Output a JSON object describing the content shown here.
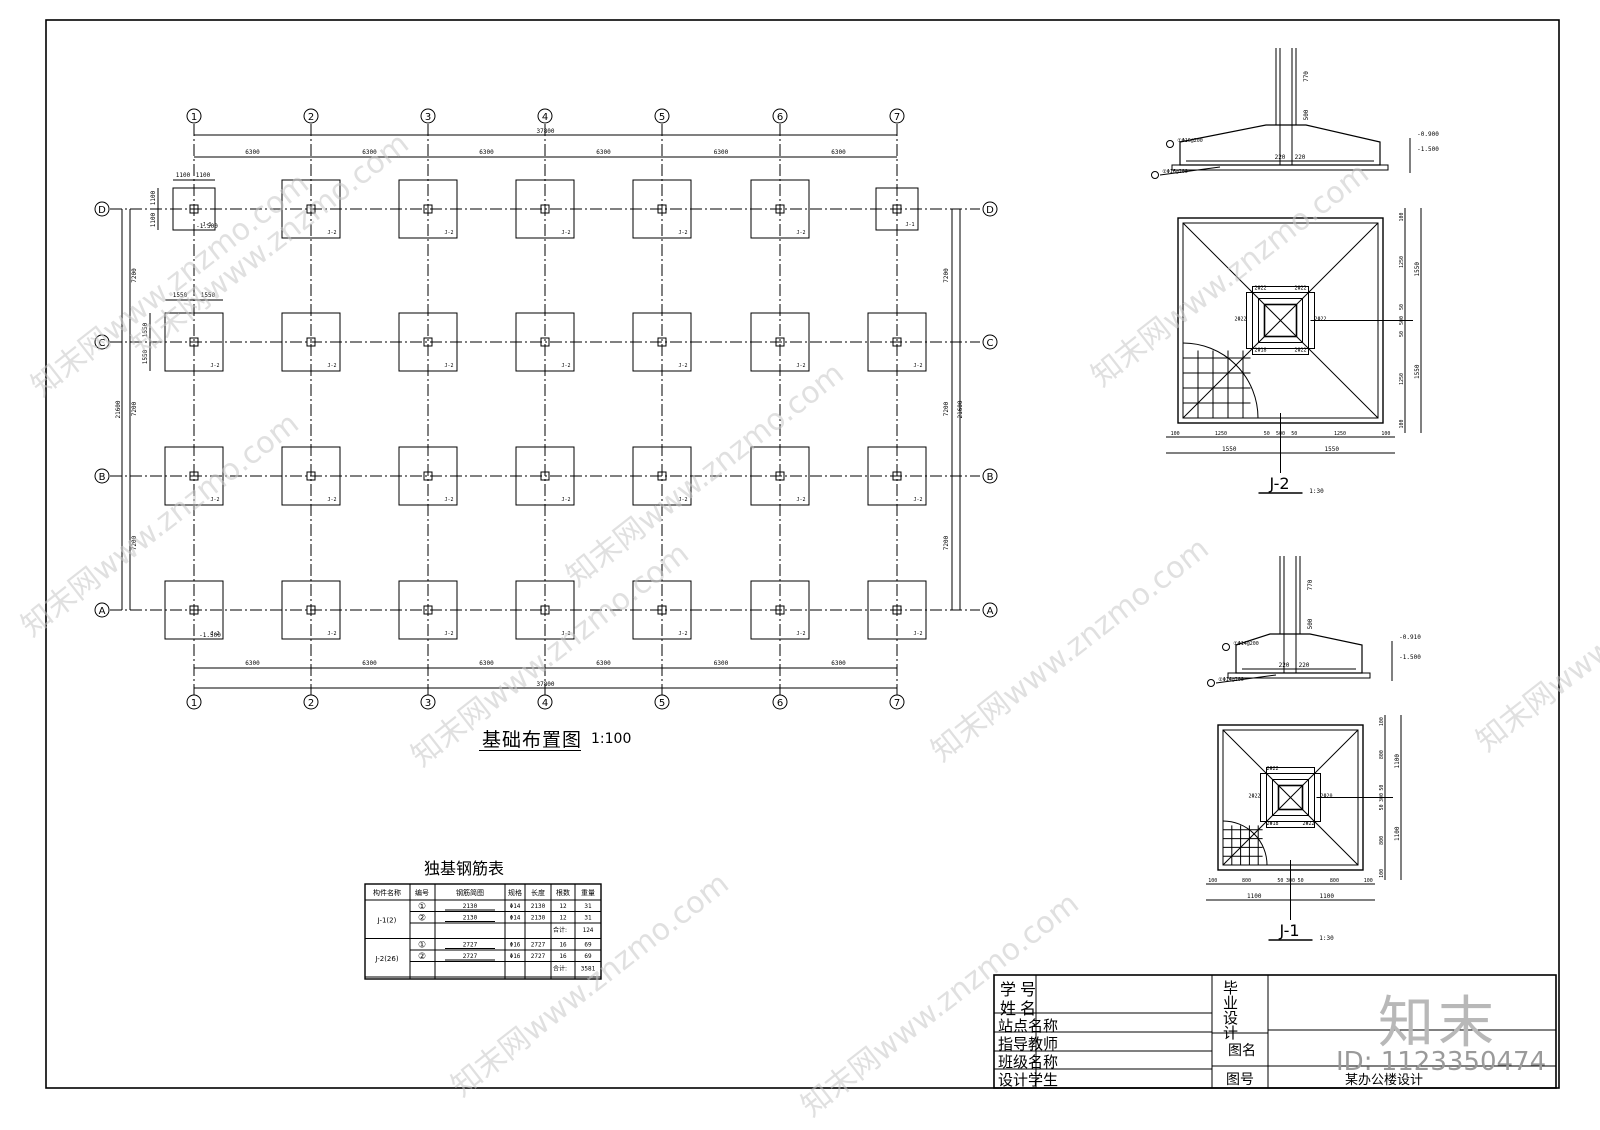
{
  "axes": {
    "columns": [
      "1",
      "2",
      "3",
      "4",
      "5",
      "6",
      "7"
    ],
    "rows": [
      "D",
      "C",
      "B",
      "A"
    ],
    "bay_dims": [
      "6300",
      "6300",
      "6300",
      "6300",
      "6300",
      "6300"
    ],
    "total_x": "37800",
    "row_dims": [
      "7200",
      "7200",
      "7200"
    ],
    "total_y": "21600"
  },
  "footing_labels": {
    "j1": "J-1",
    "j2": "J-2"
  },
  "corner_dims": {
    "j1_a": "1100",
    "j1_b": "1100",
    "j2_a": "1550",
    "j2_b": "1550",
    "elev": "-1.500"
  },
  "plan": {
    "title": "基础布置图",
    "scale": "1:100"
  },
  "rebar_table": {
    "title": "独基钢筋表",
    "headers": [
      "构件名称",
      "编号",
      "钢筋简图",
      "规格",
      "长度",
      "根数",
      "重量"
    ],
    "groups": [
      {
        "name": "J-1(2)",
        "rows": [
          {
            "no": "①",
            "len": "2130",
            "spec": "Φ14",
            "length": "2130",
            "count": "12",
            "weight": "31"
          },
          {
            "no": "②",
            "len": "2130",
            "spec": "Φ14",
            "length": "2130",
            "count": "12",
            "weight": "31"
          }
        ],
        "subtotal": "124"
      },
      {
        "name": "J-2(26)",
        "rows": [
          {
            "no": "①",
            "len": "2727",
            "spec": "Φ16",
            "length": "2727",
            "count": "16",
            "weight": "69"
          },
          {
            "no": "②",
            "len": "2727",
            "spec": "Φ16",
            "length": "2727",
            "count": "16",
            "weight": "69"
          }
        ],
        "subtotal": "3581"
      }
    ],
    "subtotal_label": "合计:"
  },
  "detail_j2": {
    "label": "J-2",
    "scale": "1:30",
    "col_dim": "770",
    "ped": "500",
    "elev_top": "-0.900",
    "elev_bot": "-1.500",
    "rebar_top": "①Φ16@200",
    "rebar_bot": "②Φ16@200",
    "dims_h": [
      "100",
      "1250",
      "50",
      "500",
      "50",
      "1250",
      "100"
    ],
    "dims_total": [
      "1550",
      "1550"
    ],
    "dims_v": [
      "100",
      "1250",
      "50",
      "500",
      "50",
      "1250",
      "100"
    ],
    "bars": [
      "2Φ22",
      "2Φ22",
      "2Φ18",
      "2Φ22",
      "2Φ22",
      "2Φ22"
    ],
    "sec_dims": [
      "220",
      "220"
    ]
  },
  "detail_j1": {
    "label": "J-1",
    "scale": "1:30",
    "col_dim": "770",
    "ped": "500",
    "elev_top": "-0.910",
    "elev_bot": "-1.500",
    "rebar_top": "①Φ14@200",
    "rebar_bot": "②Φ14@200",
    "dims_h": [
      "100",
      "800",
      "50",
      "300",
      "50",
      "800",
      "100"
    ],
    "dims_total": [
      "1100",
      "1100"
    ],
    "bars": [
      "2Φ20",
      "2Φ22",
      "2Φ18",
      "2Φ22",
      "2Φ22"
    ],
    "sec_dims": [
      "220",
      "220"
    ]
  },
  "title_block": {
    "student_id": "学号",
    "name": "姓名",
    "site_name": "站点名称",
    "advisor": "指导教师",
    "class_name": "班级名称",
    "designer": "设计学生",
    "thesis": "毕业设计",
    "drawing_title": "图名",
    "drawing_no": "图号",
    "project": "某办公楼设计"
  },
  "watermarks": [
    "知末网www.znzmo.com"
  ],
  "brand": {
    "logo": "知末",
    "id": "ID: 1123350474"
  }
}
